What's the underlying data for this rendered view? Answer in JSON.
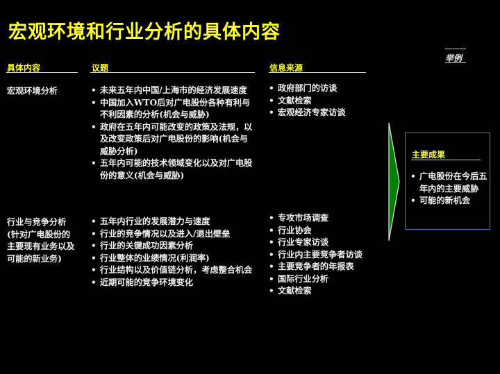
{
  "title": "宏观环境和行业分析的具体内容",
  "example_label": "举例",
  "headers": {
    "content": "具体内容",
    "issues": "议题",
    "sources": "信息来源"
  },
  "rows": [
    {
      "content": "宏观环境分析",
      "issues": [
        "未来五年内中国/上海市的经济发展速度",
        "中国加入WTO后对广电股份各种有利与不利因素的分析(机会与威胁)",
        "政府在五年内可能改变的政策及法规，以及改变政策后对广电股份的影响(机会与威胁分析)",
        "五年内可能的技术领域变化以及对广电股份的意义(机会与威胁)"
      ],
      "sources": [
        "政府部门的访谈",
        "文献检索",
        "宏观经济专家访谈"
      ]
    },
    {
      "content": "行业与竞争分析(针对广电股份的主要现有业务以及可能的新业务)",
      "issues": [
        "五年内行业的发展潜力与速度",
        "行业的竞争情况以及进入/退出壁垒",
        "行业的关键成功因素分析",
        "行业整体的业绩情况(利润率)",
        "行业结构以及价值链分析，考虑整合机会",
        "近期可能的竞争环境变化"
      ],
      "sources": [
        "专攻市场调查",
        "行业协会",
        "行业专家访谈",
        "行业内主要竞争者访谈",
        "主要竞争者的年报表",
        "国际行业分析",
        "文献检索"
      ]
    }
  ],
  "results": {
    "header": "主要成果",
    "items": [
      "广电股份在今后五年内的主要威胁",
      "可能的新机会"
    ]
  },
  "colors": {
    "title": "#ffff33",
    "header": "#ffff33",
    "arrow_fill": "#008000",
    "box_border": "#5b78c8",
    "background": "#000000"
  }
}
